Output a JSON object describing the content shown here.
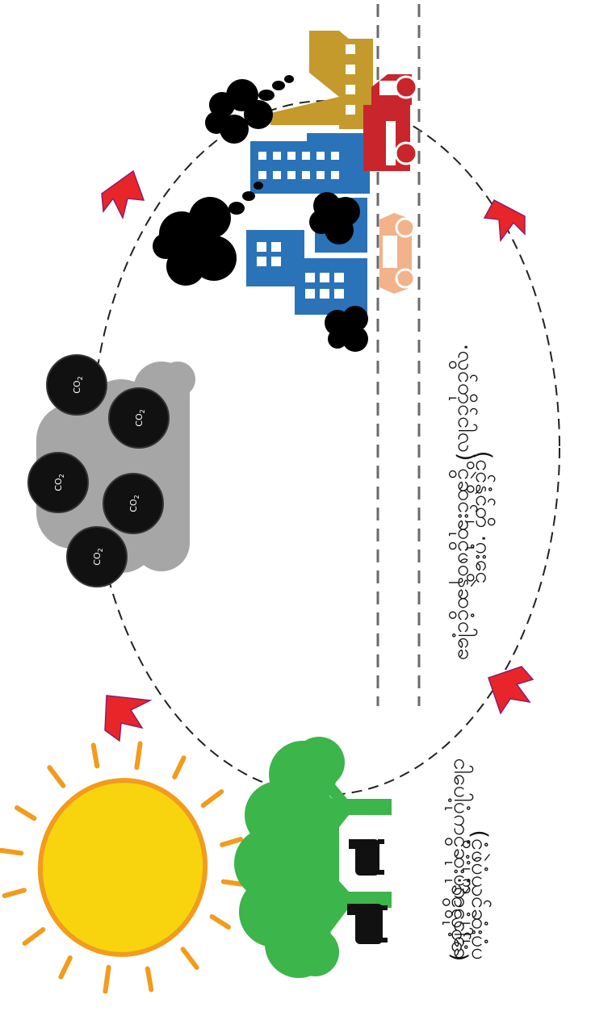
{
  "diagram": {
    "urban_caption": {
      "line1": "(ငွင်နွံင်တို ·ဂုးငွေ",
      "line2": "·လွင်တိုင်ငါလ) ငွဲဆင်းဆုငွံဖ၀နဲဆငွံငါ့ခေ"
    },
    "forest_caption": {
      "line1": "(ငွံဖဲ့ပုံယ္ကင်ဆုံးပုံပ",
      "line2": "·ခဲငွလုင်ငံ)",
      "line3": "ငါပေါ့ပုံကငွံဆုံးပုံကငွံငါ့ခေ"
    },
    "co2_label": "CO",
    "co2_subscript": "2",
    "colors": {
      "sun": "#f8d40e",
      "sun_outline": "#f29b1d",
      "tree": "#3cb54a",
      "building": "#2a73b8",
      "factory": "#c49a2c",
      "truck": "#c8252c",
      "car": "#f2b28a",
      "smoke": "#000000",
      "cloud": "#a6a6a6",
      "arrow": "#e8262a",
      "road_line": "#6a6a6a"
    },
    "icons": [
      "sun-icon",
      "tree-icon",
      "cow-icon",
      "factory-icon",
      "building-icon",
      "truck-icon",
      "car-icon",
      "smoke-icon",
      "cloud-icon",
      "co2-molecule-icon",
      "cycle-arrow-icon"
    ]
  }
}
